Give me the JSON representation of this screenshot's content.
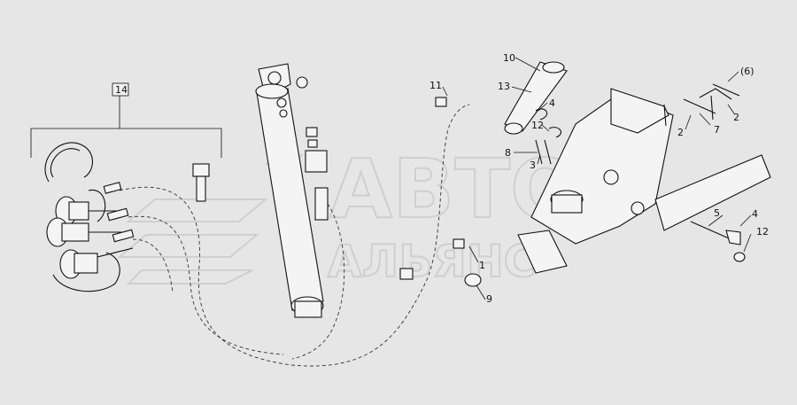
{
  "watermark": {
    "line1": "АВТО",
    "line2": "АЛЬЯНС"
  },
  "callouts": {
    "c1": "1",
    "c2a": "2",
    "c2b": "2",
    "c3": "3",
    "c4a": "4",
    "c4b": "4",
    "c5": "5",
    "c6": "(6)",
    "c7": "7",
    "c8": "8",
    "c9": "9",
    "c10": "10",
    "c11": "11",
    "c12a": "12",
    "c12b": "12",
    "c13": "13",
    "c14": "14"
  }
}
